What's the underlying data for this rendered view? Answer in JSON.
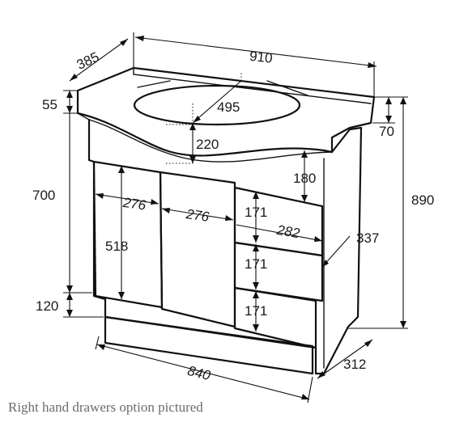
{
  "dimensions": {
    "overall_width": "910",
    "overall_depth": "385",
    "basin_width": "495",
    "top_thickness_left": "55",
    "top_thickness_right": "70",
    "cabinet_height": "700",
    "overall_height": "890",
    "basin_depth": "220",
    "top_to_drawer": "180",
    "door_width_left": "276",
    "door_width_right": "276",
    "door_height": "518",
    "drawer_height_1": "171",
    "drawer_height_2": "171",
    "drawer_height_3": "171",
    "drawer_width": "282",
    "side_depth": "337",
    "plinth_height": "120",
    "base_width": "840",
    "base_depth": "312"
  },
  "caption": "Right hand drawers option pictured"
}
